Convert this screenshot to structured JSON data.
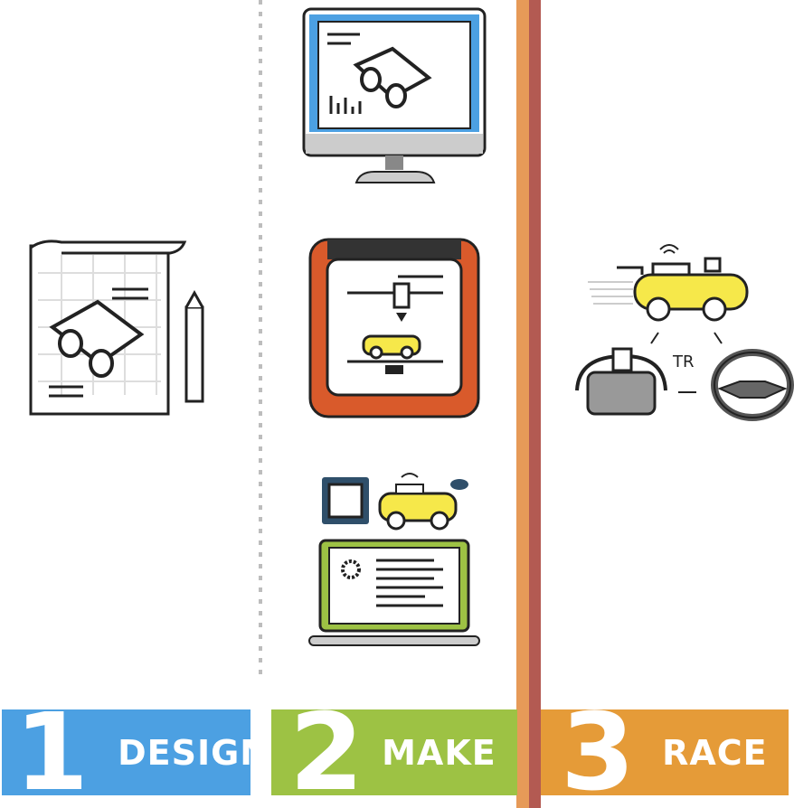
{
  "steps": [
    {
      "number": "1",
      "label": "DESIGN",
      "color": "#4ca0e2"
    },
    {
      "number": "2",
      "label": "MAKE",
      "color": "#9dc244"
    },
    {
      "number": "3",
      "label": "RACE",
      "color": "#e59b38"
    }
  ],
  "race": {
    "badge": "TR"
  }
}
